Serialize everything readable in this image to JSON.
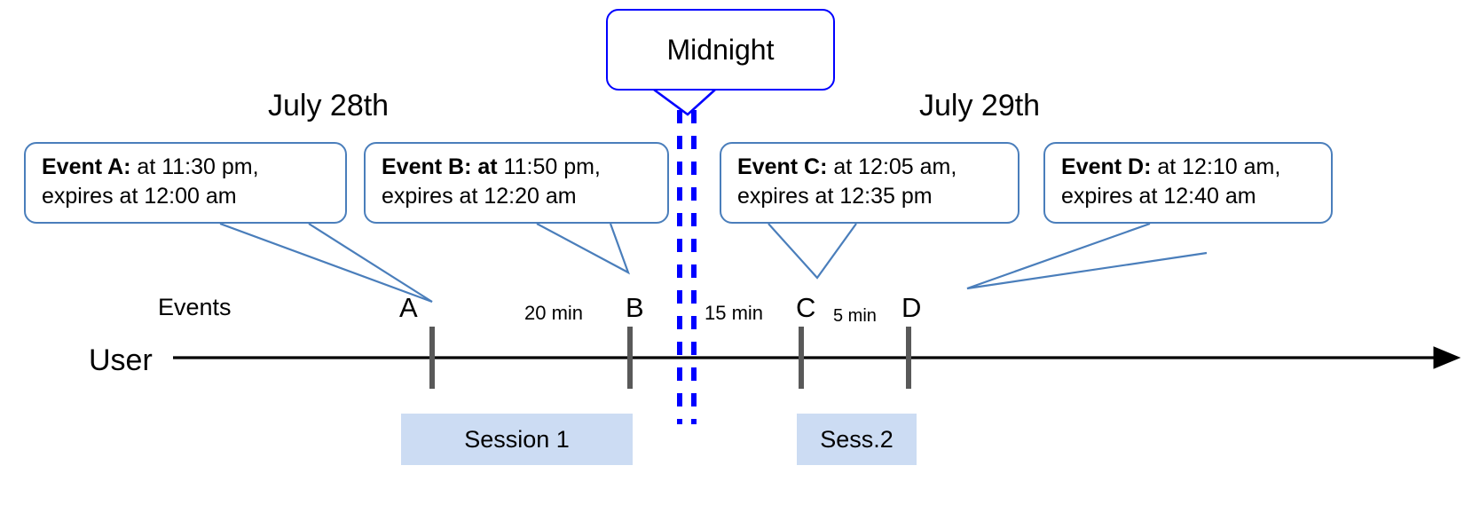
{
  "diagram": {
    "title_left": "July 28th",
    "title_right": "July 29th",
    "midnight_label": "Midnight",
    "axis_label": "User",
    "events_row_label": "Events"
  },
  "callouts": [
    {
      "id": "event-a",
      "bold": "Event A:",
      "rest1": " at 11:30 pm,",
      "line2": "expires at 12:00 am"
    },
    {
      "id": "event-b",
      "bold": "Event B: at",
      "rest1": " 11:50 pm,",
      "line2": "expires at 12:20 am"
    },
    {
      "id": "event-c",
      "bold": "Event C:",
      "rest1": " at 12:05 am,",
      "line2": "expires at 12:35 pm"
    },
    {
      "id": "event-d",
      "bold": "Event D:",
      "rest1": "  at 12:10 am,",
      "line2": "expires at 12:40 am"
    }
  ],
  "timeline": {
    "events": [
      {
        "letter": "A",
        "time": "11:30 pm"
      },
      {
        "letter": "B",
        "time": "11:50 pm"
      },
      {
        "letter": "C",
        "time": "12:05 am"
      },
      {
        "letter": "D",
        "time": "12:10 am"
      }
    ],
    "gaps": [
      {
        "label": "20 min",
        "between": "A-B"
      },
      {
        "label": "15 min",
        "between": "B-C"
      },
      {
        "label": "5 min",
        "between": "C-D"
      }
    ]
  },
  "sessions": [
    {
      "label": "Session 1"
    },
    {
      "label": "Sess.2"
    }
  ],
  "colors": {
    "callout_border": "#4a7ebb",
    "midnight_border": "#0000ff",
    "midnight_dash": "#0000ff",
    "session_fill": "#ccdcf3",
    "tick": "#595959",
    "axis": "#000000",
    "text": "#000000"
  }
}
